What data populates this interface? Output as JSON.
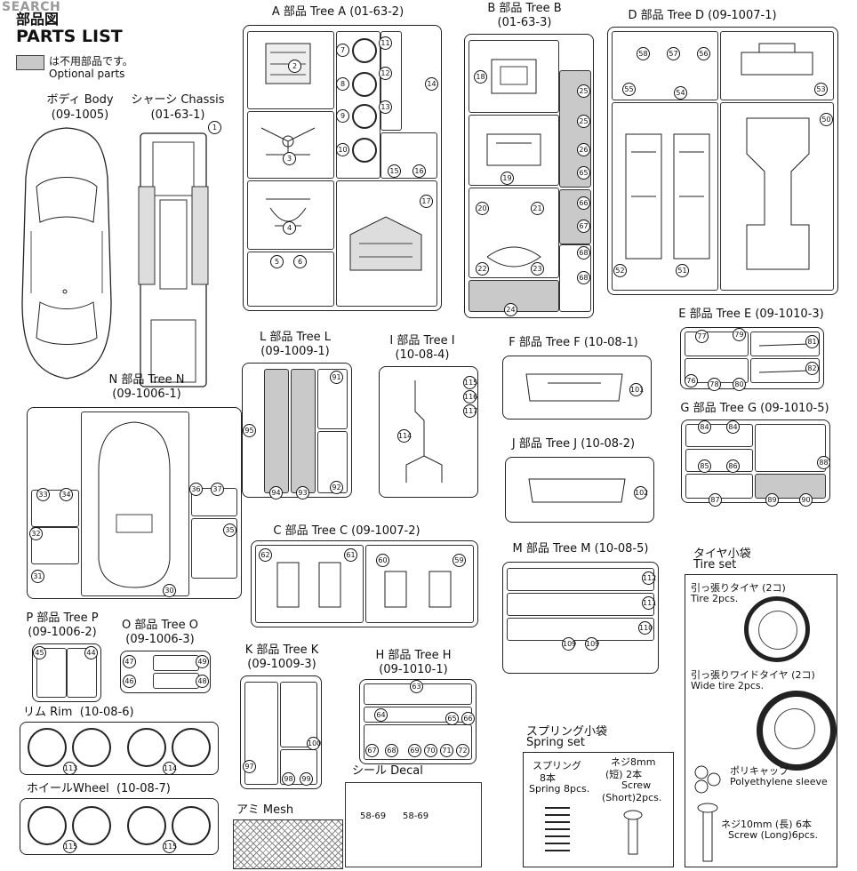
{
  "header": {
    "watermark": "SEARCH",
    "jp_title": "部品図",
    "title": "PARTS LIST",
    "optional_jp": "は不用部品です。",
    "optional_en": "Optional parts"
  },
  "body": {
    "label": "ボディ Body",
    "code": "(09-1005)"
  },
  "chassis": {
    "label": "シャーシ Chassis",
    "code": "(01-63-1)",
    "num": "1"
  },
  "tree_a": {
    "label": "A 部品 Tree A",
    "code": "(01-63-2)",
    "nums": [
      "2",
      "3",
      "4",
      "5",
      "6",
      "7",
      "8",
      "9",
      "10",
      "11",
      "12",
      "13",
      "14",
      "15",
      "16",
      "17"
    ]
  },
  "tree_b": {
    "label": "B 部品 Tree B",
    "code": "(01-63-3)",
    "nums": [
      "18",
      "19",
      "20",
      "21",
      "22",
      "23",
      "24",
      "25",
      "25",
      "26",
      "65",
      "66",
      "67",
      "68",
      "68"
    ]
  },
  "tree_d": {
    "label": "D 部品 Tree D",
    "code": "(09-1007-1)",
    "nums": [
      "58",
      "57",
      "56",
      "55",
      "54",
      "53",
      "50",
      "52",
      "51"
    ]
  },
  "tree_n": {
    "label": "N 部品 Tree N",
    "code": "(09-1006-1)",
    "nums": [
      "33",
      "34",
      "32",
      "31",
      "30",
      "36",
      "37",
      "35"
    ]
  },
  "tree_l": {
    "label": "L 部品 Tree L",
    "code": "(09-1009-1)",
    "nums": [
      "91",
      "95",
      "94",
      "93",
      "92"
    ]
  },
  "tree_i": {
    "label": "I 部品 Tree I",
    "code": "(10-08-4)",
    "nums": [
      "115",
      "116",
      "117",
      "114"
    ]
  },
  "tree_f": {
    "label": "F 部品 Tree F",
    "code": "(10-08-1)",
    "nums": [
      "101"
    ]
  },
  "tree_e": {
    "label": "E 部品 Tree E",
    "code": "(09-1010-3)",
    "nums": [
      "77",
      "79",
      "81",
      "76",
      "78",
      "80",
      "82"
    ]
  },
  "tree_g": {
    "label": "G 部品 Tree G",
    "code": "(09-1010-5)",
    "nums": [
      "84",
      "84",
      "85",
      "86",
      "87",
      "88",
      "89",
      "90"
    ]
  },
  "tree_j": {
    "label": "J 部品 Tree J",
    "code": "(10-08-2)",
    "nums": [
      "102"
    ]
  },
  "tree_c": {
    "label": "C 部品 Tree C",
    "code": "(09-1007-2)",
    "nums": [
      "62",
      "61",
      "60",
      "59"
    ]
  },
  "tree_m": {
    "label": "M 部品 Tree M",
    "code": "(10-08-5)",
    "nums": [
      "112",
      "111",
      "110",
      "109",
      "109"
    ]
  },
  "tree_p": {
    "label": "P 部品 Tree P",
    "code": "(09-1006-2)",
    "nums": [
      "45",
      "44"
    ]
  },
  "tree_o": {
    "label": "O 部品 Tree O",
    "code": "(09-1006-3)",
    "nums": [
      "47",
      "49",
      "46",
      "48"
    ]
  },
  "tree_k": {
    "label": "K 部品 Tree K",
    "code": "(09-1009-3)",
    "nums": [
      "100",
      "97",
      "98",
      "99"
    ]
  },
  "tree_h": {
    "label": "H 部品 Tree H",
    "code": "(09-1010-1)",
    "nums": [
      "63",
      "64",
      "65",
      "66",
      "67",
      "68",
      "69",
      "70",
      "71",
      "72"
    ]
  },
  "rim": {
    "label": "リム Rim",
    "code": "(10-08-6)",
    "nums": [
      "113",
      "114"
    ]
  },
  "wheel": {
    "label": "ホイールWheel",
    "code": "(10-08-7)",
    "nums": [
      "115",
      "115"
    ]
  },
  "decal": {
    "label": "シール Decal",
    "plates": [
      "58-69",
      "58-69"
    ]
  },
  "mesh": {
    "label": "アミ Mesh"
  },
  "spring_set": {
    "title_jp": "スプリング小袋",
    "title_en": "Spring set",
    "spring_jp": "スプリング",
    "spring_qty": "8本",
    "spring_en": "Spring 8pcs.",
    "screw_jp1": "ネジ8mm",
    "screw_jp2": "(短) 2本",
    "screw_en1": "Screw",
    "screw_en2": "(Short)2pcs."
  },
  "tire_set": {
    "title_jp": "タイヤ小袋",
    "title_en": "Tire set",
    "tire_jp": "引っ張りタイヤ (2コ)",
    "tire_en": "Tire 2pcs.",
    "wide_jp": "引っ張りワイドタイヤ (2コ)",
    "wide_en": "Wide tire 2pcs.",
    "cap_jp": "ポリキャップ",
    "cap_en": "Polyethylene sleeve",
    "long_jp": "ネジ10mm (長) 6本",
    "long_en": "Screw (Long)6pcs."
  }
}
